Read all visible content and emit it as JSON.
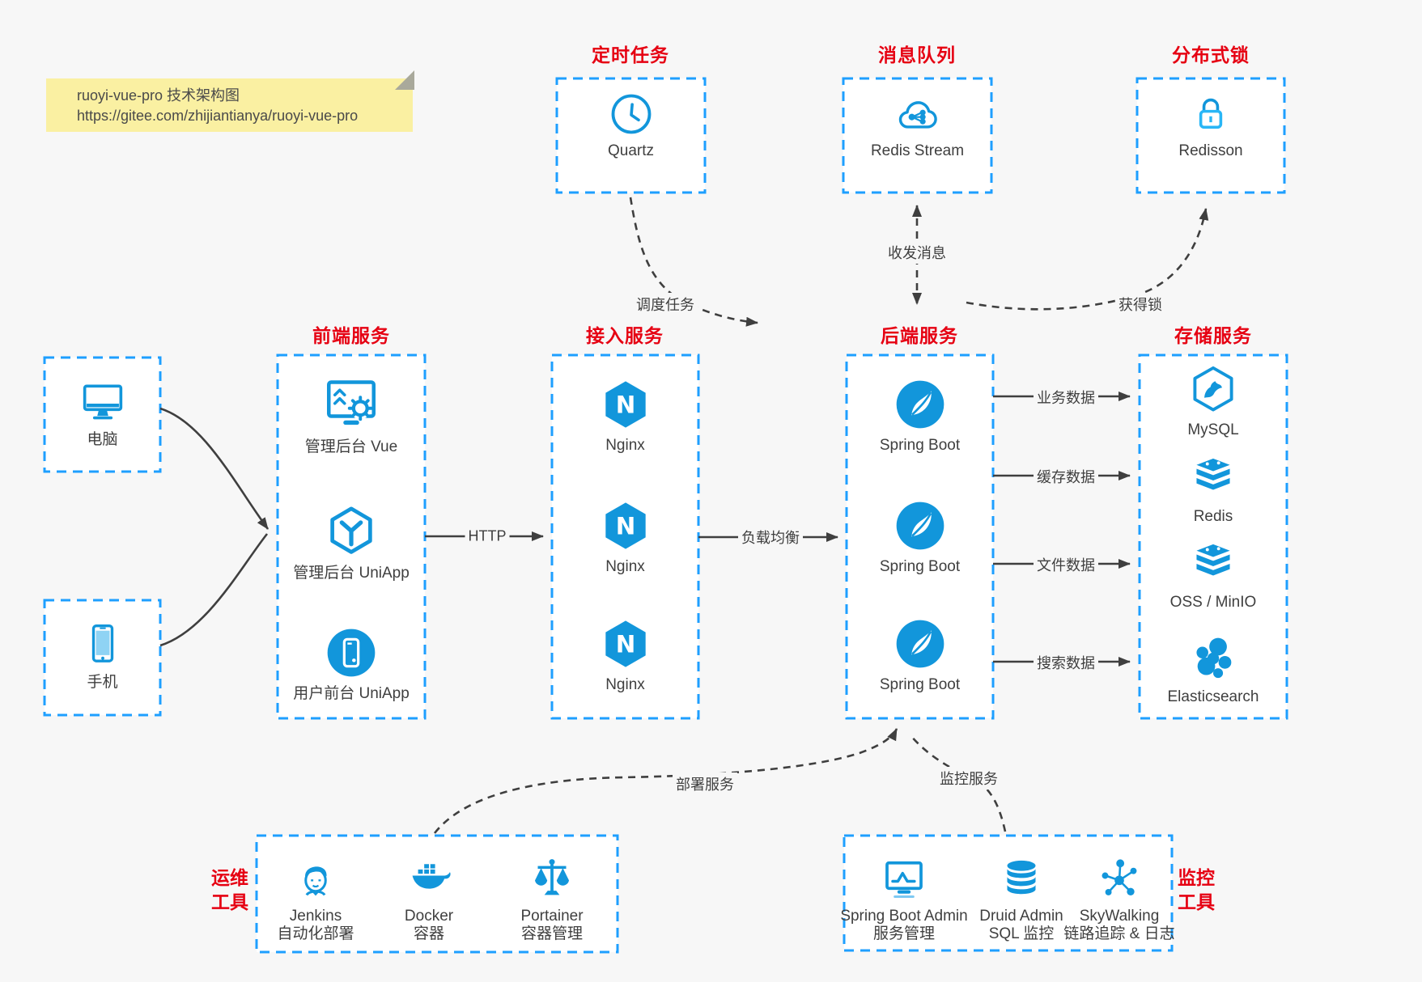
{
  "note": {
    "line1": "ruoyi-vue-pro 技术架构图",
    "line2": "https://gitee.com/zhijiantianya/ruoyi-vue-pro"
  },
  "colors": {
    "background": "#f7f7f7",
    "box_border_blue": "#1e9fff",
    "icon_blue": "#1296db",
    "title_red": "#e60012",
    "arrow_gray": "#3f3f3f",
    "note_yellow": "#faf0a2"
  },
  "groups": {
    "scheduler": {
      "title": "定时任务",
      "item": {
        "label": "Quartz"
      }
    },
    "mq": {
      "title": "消息队列",
      "item": {
        "label": "Redis Stream"
      }
    },
    "lock": {
      "title": "分布式锁",
      "item": {
        "label": "Redisson"
      }
    },
    "clients": {
      "pc": {
        "label": "电脑"
      },
      "phone": {
        "label": "手机"
      }
    },
    "frontend": {
      "title": "前端服务",
      "items": [
        {
          "label": "管理后台 Vue"
        },
        {
          "label": "管理后台 UniApp"
        },
        {
          "label": "用户前台 UniApp"
        }
      ]
    },
    "access": {
      "title": "接入服务",
      "nginx_letter": "N",
      "items": [
        {
          "label": "Nginx"
        },
        {
          "label": "Nginx"
        },
        {
          "label": "Nginx"
        }
      ]
    },
    "backend": {
      "title": "后端服务",
      "items": [
        {
          "label": "Spring Boot"
        },
        {
          "label": "Spring Boot"
        },
        {
          "label": "Spring Boot"
        }
      ]
    },
    "storage": {
      "title": "存储服务",
      "items": [
        {
          "label": "MySQL"
        },
        {
          "label": "Redis"
        },
        {
          "label": "OSS / MinIO"
        },
        {
          "label": "Elasticsearch"
        }
      ]
    },
    "ops": {
      "title_line1": "运维",
      "title_line2": "工具",
      "items": [
        {
          "name": "Jenkins",
          "desc": "自动化部署"
        },
        {
          "name": "Docker",
          "desc": "容器"
        },
        {
          "name": "Portainer",
          "desc": "容器管理"
        }
      ]
    },
    "monitoring": {
      "title_line1": "监控",
      "title_line2": "工具",
      "items": [
        {
          "name": "Spring Boot Admin",
          "desc": "服务管理"
        },
        {
          "name": "Druid Admin",
          "desc": "SQL 监控"
        },
        {
          "name": "SkyWalking",
          "desc": "链路追踪 & 日志"
        }
      ]
    }
  },
  "edges": {
    "http": "HTTP",
    "load_balance": "负载均衡",
    "business_data": "业务数据",
    "cache_data": "缓存数据",
    "file_data": "文件数据",
    "search_data": "搜索数据",
    "schedule_task": "调度任务",
    "send_receive_message": "收发消息",
    "acquire_lock": "获得锁",
    "deploy_service": "部署服务",
    "monitor_service": "监控服务"
  }
}
